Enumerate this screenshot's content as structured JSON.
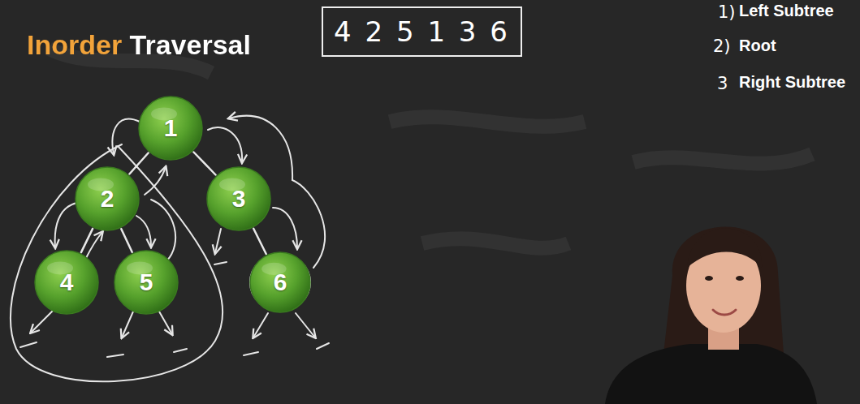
{
  "diagram": {
    "title": "Inorder Traversal",
    "nodes": [
      {
        "text": [
          "4 2 5 1 3 6"
        ]
      },
      {
        "text": [
          "1"
        ]
      },
      {
        "text": [
          "2"
        ]
      },
      {
        "text": [
          "3"
        ]
      },
      {
        "text": [
          "4"
        ]
      },
      {
        "text": [
          "5"
        ]
      },
      {
        "text": [
          "6"
        ]
      }
    ],
    "edges": [
      {
        "from": 1,
        "to": 2,
        "arrow": "none"
      },
      {
        "from": 1,
        "to": 3,
        "arrow": "none"
      },
      {
        "from": 2,
        "to": 4,
        "arrow": "none"
      },
      {
        "from": 2,
        "to": 5,
        "arrow": "none"
      },
      {
        "from": 3,
        "to": 6,
        "arrow": "none"
      }
    ],
    "labels": [
      "1)",
      "Left Subtree",
      "2)",
      "Root",
      "3",
      "Right Subtree"
    ]
  }
}
